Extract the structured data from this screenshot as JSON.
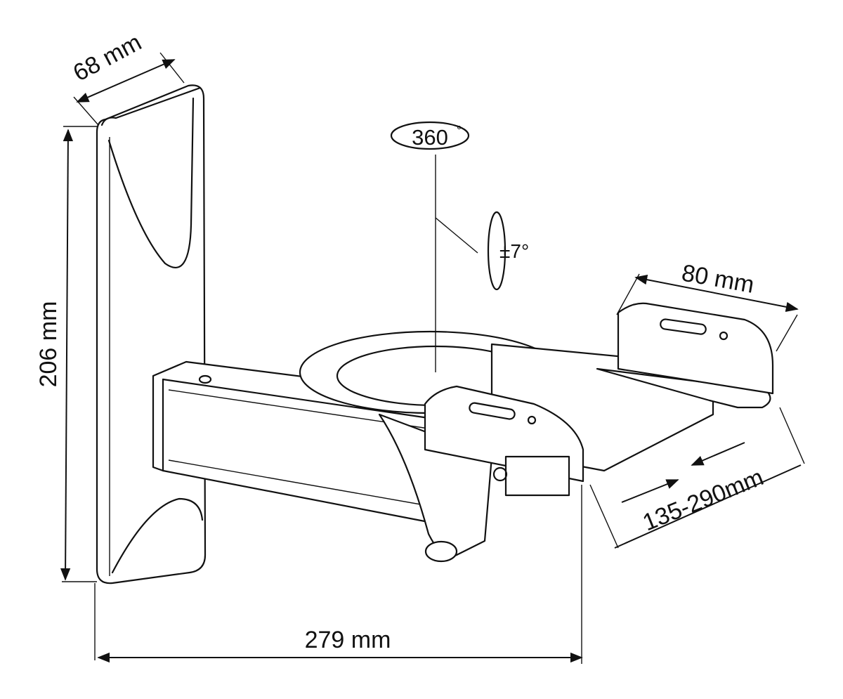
{
  "dimensions": {
    "panel_width": "68 mm",
    "panel_height": "206 mm",
    "rotation": "360",
    "rotation_degree_symbol": "°",
    "tilt": "±7°",
    "clamp_width": "80 mm",
    "clamp_range": "135-290mm",
    "total_depth": "279 mm"
  }
}
